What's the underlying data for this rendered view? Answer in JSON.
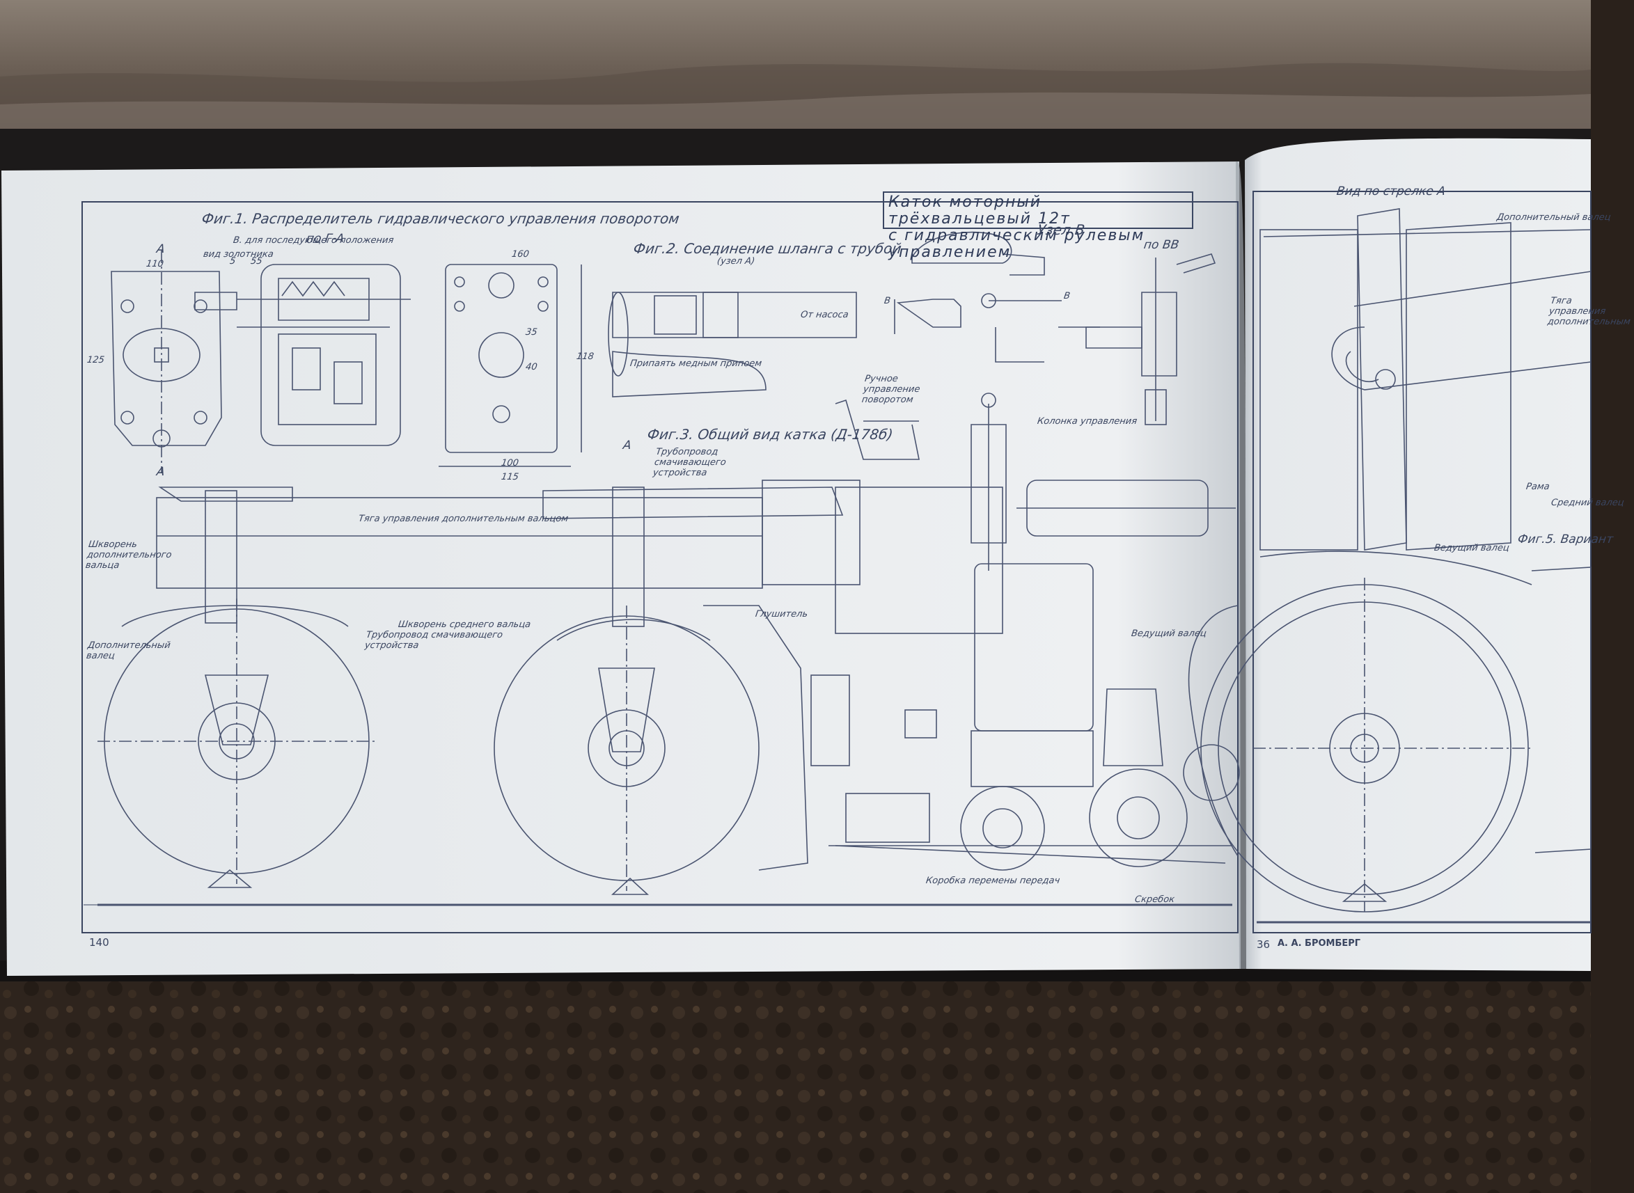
{
  "title": {
    "line1": "Каток моторный трёхвальцевый 12т",
    "line2": "с гидравлическим рулевым управлением"
  },
  "figures": {
    "fig1": "Фиг.1. Распределитель гидравлического управления поворотом",
    "fig2": "Фиг.2. Соединение шланга с трубой",
    "fig2_sub": "(узел А)",
    "fig3": "Фиг.3. Общий вид катка (Д-178б)",
    "fig5": "Фиг.5. Вариант"
  },
  "section_labels": {
    "a_top": "А",
    "a_bottom": "А",
    "pogA": "по Г-А",
    "uzel_v": "Узел В",
    "po_bb": "по ВВ",
    "b_left": "В",
    "b_right": "В",
    "vid_strelka": "Вид по стрелке А",
    "arrow_a": "А"
  },
  "dimensions": {
    "d160": "160",
    "d110": "110",
    "d5": "5",
    "d55": "55",
    "d125": "125",
    "d118": "118",
    "d40": "40",
    "d35": "35",
    "d100": "100",
    "d115": "115"
  },
  "annotations": {
    "vid_zolotnika": "вид золотника",
    "v_dop_polozh": "В. для последующего положения",
    "ot_nasosa": "От насоса",
    "pripayat": "Припаять медным припоем",
    "ruchnoe": "Ручное управление поворотом",
    "kolonka": "Колонка управления",
    "truboprovod_top": "Трубопровод смачивающего устройства",
    "tyaga": "Тяга управления дополнительным вальцом",
    "shkvoren_dop": "Шкворень дополнительного вальца",
    "dop_valets": "Дополнительный валец",
    "shkvoren_sred": "Шкворень среднего вальца",
    "truboprovod_bottom": "Трубопровод смачивающего устройства",
    "glushitel": "Глушитель",
    "vedushchiy": "Ведущий валец",
    "korobka": "Коробка перемены передач",
    "skrebok": "Скребок",
    "dop_balka": "Дополнительный валец",
    "tyaga_dop": "Тяга управления дополнительным",
    "rama": "Рама",
    "vedushchiy_r": "Ведущий валец",
    "sredniy": "Средний валец"
  },
  "pages": {
    "left_num": "140",
    "right_num": "36",
    "right_author": "А. А. БРОМБЕРГ"
  },
  "colors": {
    "paper": "#e9ecef",
    "ink": "#3a4560",
    "carpet_top": "#6e6157",
    "book_cover": "#1c1a1a",
    "rug_bottom": "#2e241d"
  }
}
